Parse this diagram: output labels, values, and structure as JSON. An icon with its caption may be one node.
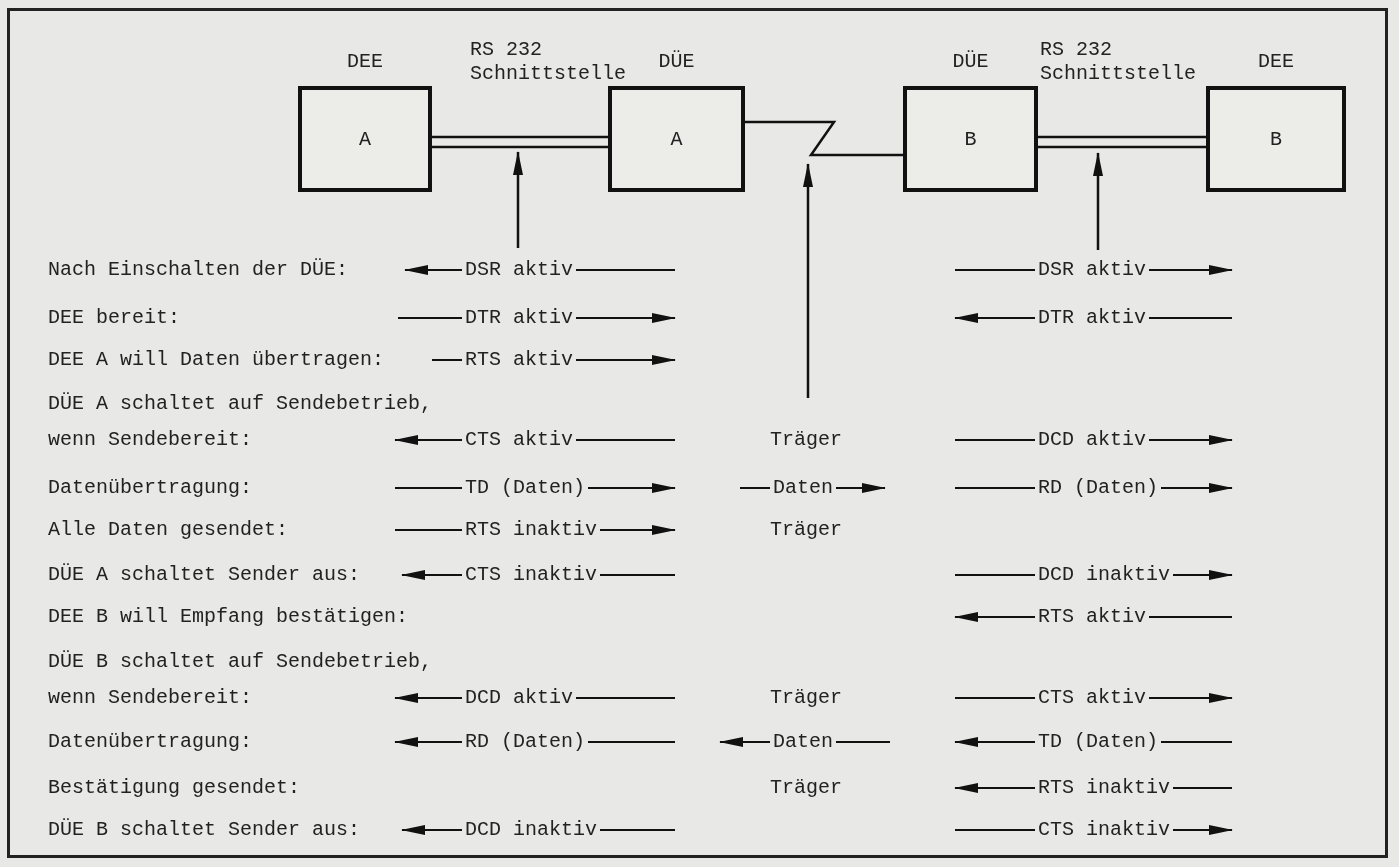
{
  "diagram": {
    "nodes": [
      {
        "text": [
          "DEE",
          "A"
        ]
      },
      {
        "text": [
          "DÜE",
          "A"
        ]
      },
      {
        "text": [
          "DÜE",
          "B"
        ]
      },
      {
        "text": [
          "DEE",
          "B"
        ]
      }
    ],
    "edges": [
      {
        "from": 0,
        "to": 1,
        "arrow": "none"
      },
      {
        "from": 1,
        "to": 2,
        "arrow": "none"
      },
      {
        "from": 2,
        "to": 3,
        "arrow": "none"
      }
    ],
    "labels": [
      "RS 232 Schnittstelle",
      "RS 232 Schnittstelle",
      "Nach Einschalten der DÜE:",
      "DSR aktiv",
      "DSR aktiv",
      "DEE bereit:",
      "DTR aktiv",
      "DTR aktiv",
      "DEE A will Daten übertragen:",
      "RTS aktiv",
      "DÜE A schaltet auf Sendebetrieb, wenn Sendebereit:",
      "CTS aktiv",
      "Träger",
      "DCD aktiv",
      "Datenübertragung:",
      "TD (Daten)",
      "Daten",
      "RD (Daten)",
      "Alle Daten gesendet:",
      "RTS inaktiv",
      "Träger",
      "DÜE A schaltet Sender aus:",
      "CTS inaktiv",
      "DCD inaktiv",
      "DEE B will Empfang bestätigen:",
      "RTS aktiv",
      "DÜE B schaltet auf Sendebetrieb, wenn Sendebereit:",
      "DCD aktiv",
      "Träger",
      "CTS aktiv",
      "Datenübertragung:",
      "RD (Daten)",
      "Daten",
      "TD (Daten)",
      "Bestätigung gesendet:",
      "Träger",
      "RTS inaktiv",
      "DÜE B schaltet Sender aus:",
      "DCD inaktiv",
      "CTS inaktiv"
    ]
  }
}
